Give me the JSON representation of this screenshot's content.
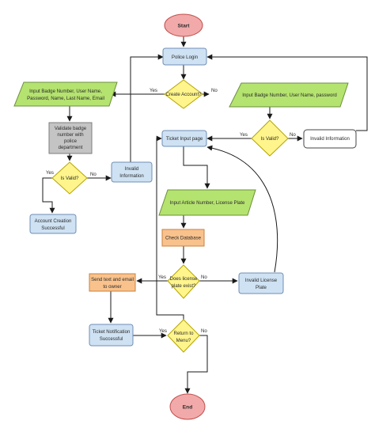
{
  "diagram": {
    "nodes": {
      "start": "Start",
      "police_login": "Police Login",
      "create_account": "Create Account?",
      "input_badge_full": [
        "Input Badge Number, User Name,",
        "Password, Name, Last Name, Email"
      ],
      "input_badge_login": "Input Badge Number, User Name, password",
      "validate_badge": [
        "Validate badge",
        "number with",
        "police",
        "department"
      ],
      "is_valid_left": "Is Valid?",
      "invalid_info_left": [
        "Invalid",
        "Information"
      ],
      "account_created": [
        "Account Creation",
        "Successful"
      ],
      "ticket_input": "Ticket Input page",
      "is_valid_right": "Is Valid?",
      "invalid_info_right": "Invalid Information",
      "input_article": "Input Article Number, License Plate",
      "check_database": "Check Database",
      "plate_exist": [
        "Does license",
        "plate exist?"
      ],
      "invalid_plate": [
        "Invalid License",
        "Plate"
      ],
      "send_text": [
        "Send text and email",
        "to owner"
      ],
      "ticket_notification": [
        "Ticket Notification",
        "Successful"
      ],
      "return_menu": [
        "Return to",
        "Menu?"
      ],
      "end": "End"
    },
    "edge_labels": {
      "create_yes": "Yes",
      "create_no": "No",
      "valid_left_yes": "Yes",
      "valid_left_no": "No",
      "valid_right_yes": "Yes",
      "valid_right_no": "No",
      "plate_yes": "Yes",
      "plate_no": "No",
      "return_yes": "Yes",
      "return_no": "No"
    },
    "colors": {
      "blue_fill": "#cfe2f3",
      "blue_stroke": "#6f8fb5",
      "green_fill": "#b5e36f",
      "green_stroke": "#6a8f3c",
      "yellow_fill": "#fff58c",
      "yellow_stroke": "#b5a500",
      "gray_fill": "#c4c4c4",
      "gray_stroke": "#7d7d7d",
      "orange_fill": "#f9c28c",
      "orange_stroke": "#c88240",
      "terminal_fill": "#f2a9a9",
      "terminal_stroke": "#c0504d",
      "white_fill": "#ffffff",
      "white_stroke": "#444444",
      "line": "#1a1a1a"
    }
  }
}
